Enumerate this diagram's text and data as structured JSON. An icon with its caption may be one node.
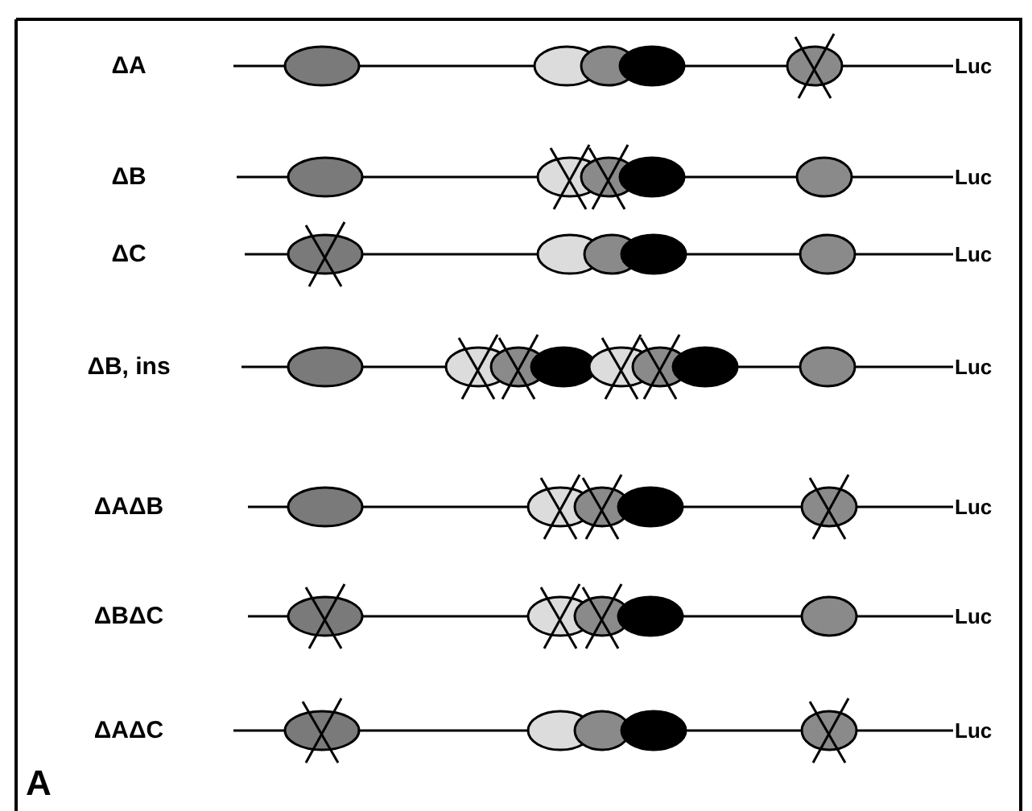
{
  "diagram": {
    "labels": [
      "ΔA",
      "Luc",
      "ΔB",
      "Luc",
      "ΔC",
      "Luc",
      "ΔB, ins",
      "Luc",
      "ΔAΔB",
      "Luc",
      "ΔBΔC",
      "Luc",
      "ΔAΔC",
      "Luc",
      "A"
    ]
  }
}
